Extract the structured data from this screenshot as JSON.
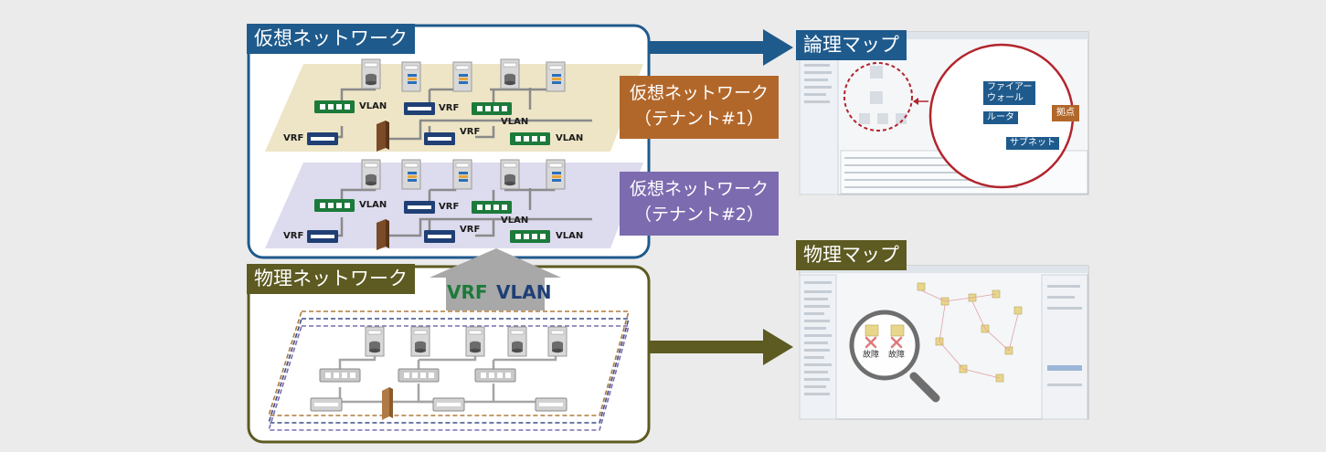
{
  "virtual_network": {
    "title": "仮想ネットワーク",
    "tenant1": {
      "line1": "仮想ネットワーク",
      "line2": "（テナント#1）"
    },
    "tenant2": {
      "line1": "仮想ネットワーク",
      "line2": "（テナント#2）"
    },
    "tag_vlan": "VLAN",
    "tag_vrf": "VRF"
  },
  "physical_network": {
    "title": "物理ネットワーク",
    "arrow_vrf": "VRF",
    "arrow_vlan": "VLAN"
  },
  "logical_map": {
    "title": "論理マップ",
    "firewall": "ファイアー\nウォール",
    "router": "ルータ",
    "subnet": "サブネット",
    "site": "拠点"
  },
  "physical_map": {
    "title": "物理マップ",
    "fault_1": "故障",
    "fault_2": "故障"
  },
  "colors": {
    "virtual_blue": "#1f5a8c",
    "physical_olive": "#5d5a22",
    "tenant1_brown": "#b2672a",
    "tenant2_purple": "#7d6bb0",
    "vlan_green": "#1c7a3a",
    "vrf_navy": "#1f3f75",
    "highlight_red": "#b3242c"
  }
}
